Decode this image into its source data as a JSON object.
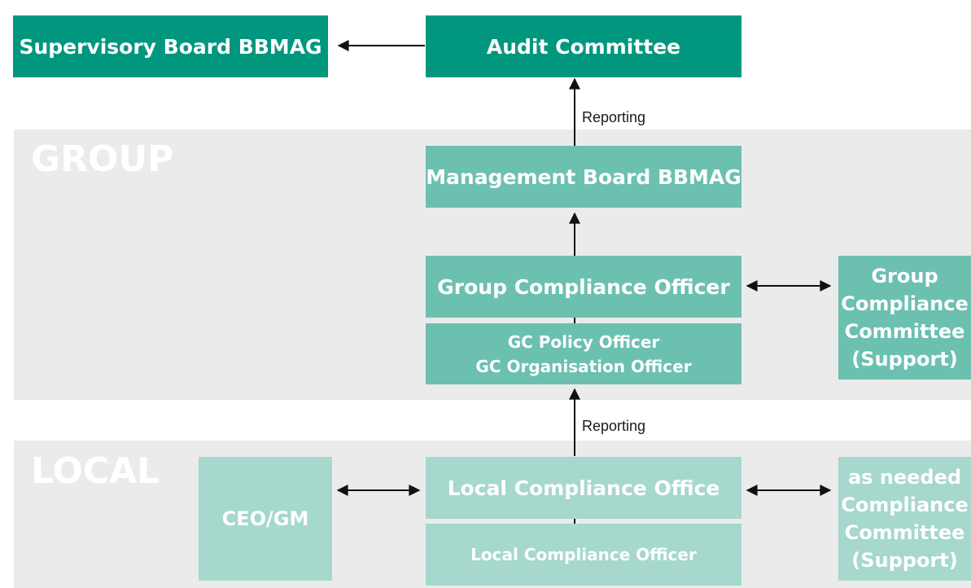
{
  "bands": {
    "group": "GROUP",
    "local": "LOCAL"
  },
  "boxes": {
    "supervisory_board": "Supervisory Board BBMAG",
    "audit_committee": "Audit Committee",
    "management_board": "Management Board BBMAG",
    "group_compliance_officer": "Group Compliance Officer",
    "gc_policy_officer": "GC Policy Officer",
    "gc_organisation_officer": "GC Organisation Officer",
    "group_compliance_committee": [
      "Group",
      "Compliance",
      "Committee",
      "(Support)"
    ],
    "ceo_gm": "CEO/GM",
    "local_compliance_office": "Local Compliance Office",
    "local_compliance_officer": "Local Compliance Officer",
    "local_compliance_committee": [
      "as needed",
      "Compliance",
      "Committee",
      "(Support)"
    ]
  },
  "labels": {
    "reporting_top": "Reporting",
    "reporting_bottom": "Reporting"
  },
  "colors": {
    "dark_teal": "#00977e",
    "mid_teal": "#6cc0b0",
    "light_teal": "#a6d8cd",
    "band_gray": "#ebebeb"
  }
}
